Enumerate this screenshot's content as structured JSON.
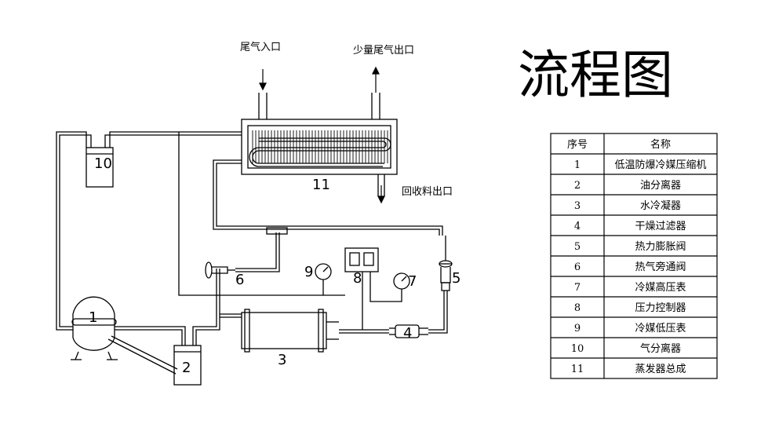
{
  "title": "流程图",
  "labels": {
    "gas_inlet": "尾气入口",
    "gas_outlet": "少量尾气出口",
    "recovery_outlet": "回收料出口"
  },
  "component_numbers": {
    "n1": "1",
    "n2": "2",
    "n3": "3",
    "n4": "4",
    "n5": "5",
    "n6": "6",
    "n7": "7",
    "n8": "8",
    "n9": "9",
    "n10": "10",
    "n11": "11"
  },
  "table": {
    "headers": [
      "序号",
      "名称"
    ],
    "rows": [
      [
        "1",
        "低温防爆冷媒压缩机"
      ],
      [
        "2",
        "油分离器"
      ],
      [
        "3",
        "水冷凝器"
      ],
      [
        "4",
        "干燥过滤器"
      ],
      [
        "5",
        "热力膨胀阀"
      ],
      [
        "6",
        "热气旁通阀"
      ],
      [
        "7",
        "冷媒高压表"
      ],
      [
        "8",
        "压力控制器"
      ],
      [
        "9",
        "冷媒低压表"
      ],
      [
        "10",
        "气分离器"
      ],
      [
        "11",
        "蒸发器总成"
      ]
    ]
  }
}
